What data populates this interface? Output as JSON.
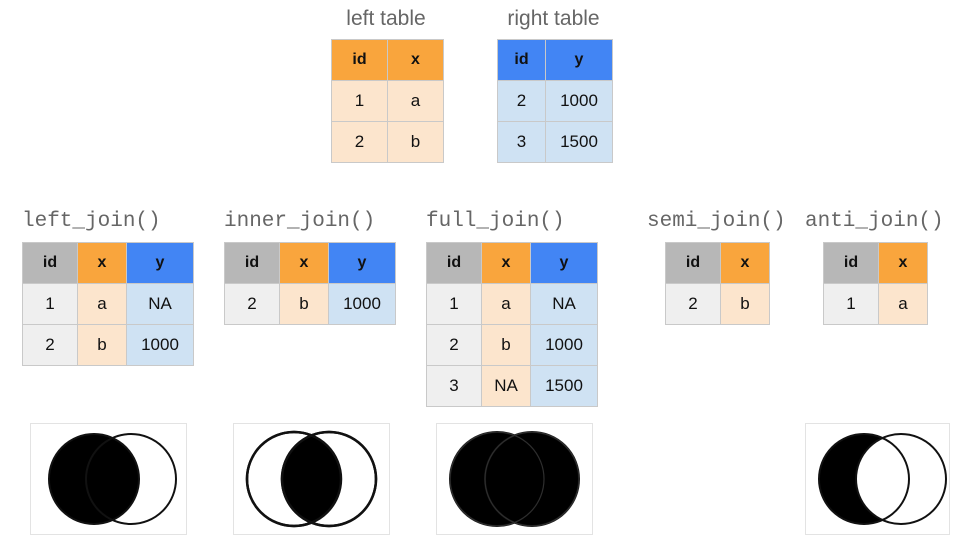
{
  "figure": {
    "description": "dplyr join types cheatsheet",
    "colors": {
      "header_orange": "#f9a53d",
      "header_blue": "#4285f4",
      "header_gray": "#b7b7b7",
      "body_orange": "#fce5cd",
      "body_blue": "#cfe2f3",
      "body_gray": "#efefef",
      "title_text": "#666666",
      "cell_border": "#c9c9c9",
      "venn_fill": "#000000",
      "venn_stroke": "#1a1a1a",
      "venn_box_border": "#e3e3e3"
    }
  },
  "source_tables": {
    "left": {
      "title": "left table",
      "columns": [
        "id",
        "x"
      ],
      "rows": [
        [
          "1",
          "a"
        ],
        [
          "2",
          "b"
        ]
      ]
    },
    "right": {
      "title": "right table",
      "columns": [
        "id",
        "y"
      ],
      "rows": [
        [
          "2",
          "1000"
        ],
        [
          "3",
          "1500"
        ]
      ]
    }
  },
  "joins": [
    {
      "title": "left_join()",
      "columns": [
        "id",
        "x",
        "y"
      ],
      "rows": [
        [
          "1",
          "a",
          "NA"
        ],
        [
          "2",
          "b",
          "1000"
        ]
      ],
      "venn": "left-circle-filled"
    },
    {
      "title": "inner_join()",
      "columns": [
        "id",
        "x",
        "y"
      ],
      "rows": [
        [
          "2",
          "b",
          "1000"
        ]
      ],
      "venn": "intersection-filled"
    },
    {
      "title": "full_join()",
      "columns": [
        "id",
        "x",
        "y"
      ],
      "rows": [
        [
          "1",
          "a",
          "NA"
        ],
        [
          "2",
          "b",
          "1000"
        ],
        [
          "3",
          "NA",
          "1500"
        ]
      ],
      "venn": "both-circles-filled"
    },
    {
      "title": "semi_join()",
      "columns": [
        "id",
        "x"
      ],
      "rows": [
        [
          "2",
          "b"
        ]
      ],
      "venn": "none"
    },
    {
      "title": "anti_join()",
      "columns": [
        "id",
        "x"
      ],
      "rows": [
        [
          "1",
          "a"
        ]
      ],
      "venn": "left-minus-intersection"
    }
  ]
}
